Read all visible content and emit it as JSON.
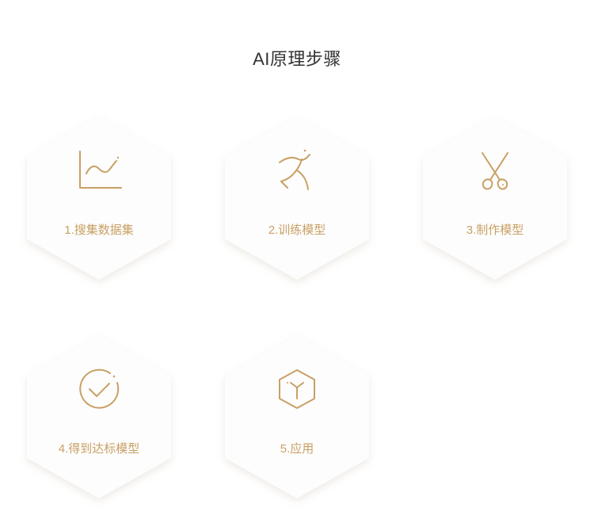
{
  "page": {
    "title": "AI原理步骤"
  },
  "colors": {
    "accent": "#c9a065",
    "title": "#333333",
    "hex_fill": "#fdfdfd",
    "hex_shadow": "#ece8e1"
  },
  "steps": [
    {
      "label": "1.搜集数据集",
      "icon": "line-chart-icon"
    },
    {
      "label": "2.训练模型",
      "icon": "running-figure-icon"
    },
    {
      "label": "3.制作模型",
      "icon": "scissors-icon"
    },
    {
      "label": "4.得到达标模型",
      "icon": "check-circle-icon"
    },
    {
      "label": "5.应用",
      "icon": "hexagon-cube-icon"
    }
  ]
}
